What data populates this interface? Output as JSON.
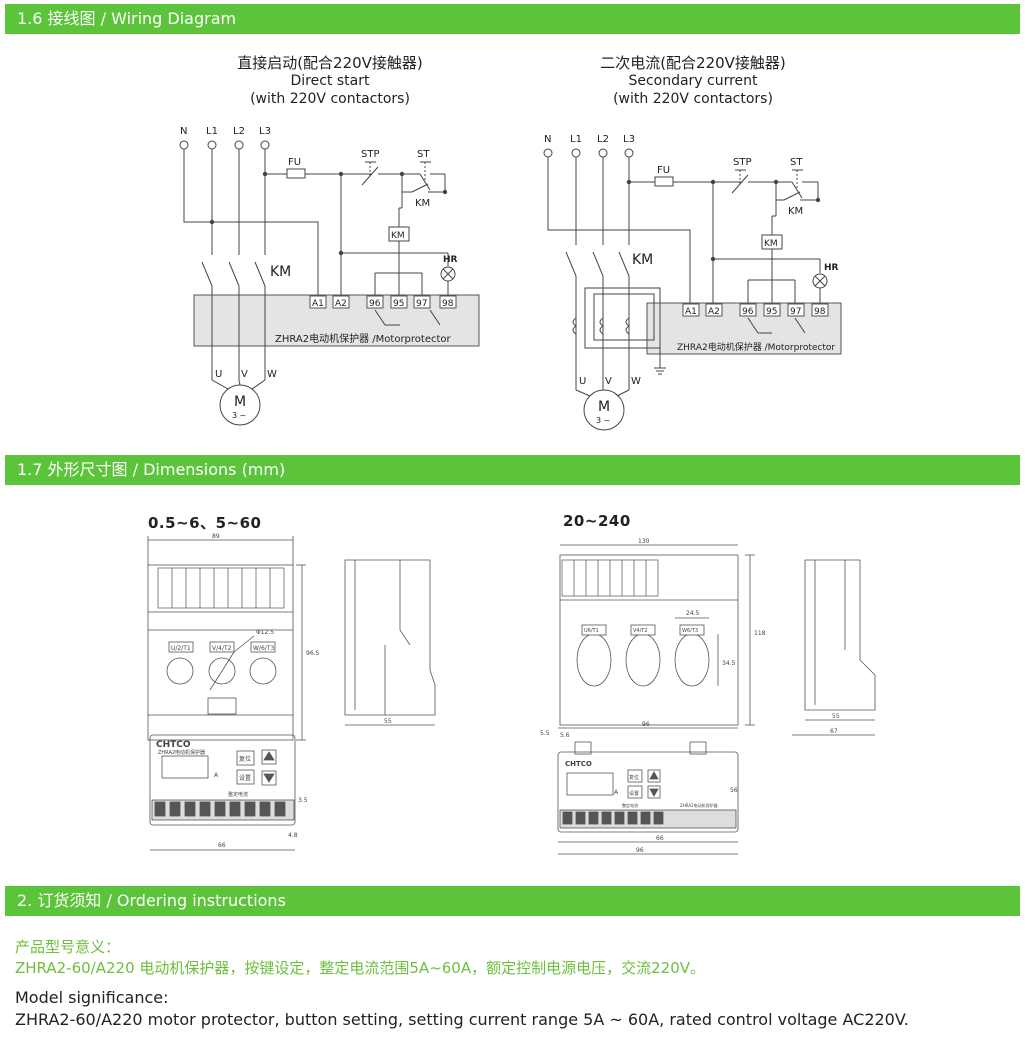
{
  "sections": {
    "wiring": {
      "title": "1.6 接线图 / Wiring Diagram"
    },
    "dimensions": {
      "title": "1.7 外形尺寸图 / Dimensions (mm)"
    },
    "ordering": {
      "title": "2. 订货须知 / Ordering instructions"
    }
  },
  "wiring": {
    "left": {
      "title_zh": "直接启动(配合220V接触器)",
      "title_en": "Direct start",
      "title_en2": "(with 220V contactors)"
    },
    "right": {
      "title_zh": "二次电流(配合220V接触器)",
      "title_en": "Secondary current",
      "title_en2": "(with 220V contactors)"
    },
    "labels": {
      "n": "N",
      "l1": "L1",
      "l2": "L2",
      "l3": "L3",
      "fu": "FU",
      "stp": "STP",
      "st": "ST",
      "km": "KM",
      "hr": "HR",
      "a1": "A1",
      "a2": "A2",
      "t96": "96",
      "t95": "95",
      "t97": "97",
      "t98": "98",
      "device": "ZHRA2电动机保护器 /Motorprotector",
      "u": "U",
      "v": "V",
      "w": "W",
      "m": "M",
      "m_sub": "3 ~"
    }
  },
  "dimensions": {
    "small": {
      "range": "0.5~6、5~60",
      "width": "89",
      "height": "96.5",
      "hole": "Φ12.5",
      "depth": "55",
      "bottom_width": "66",
      "offset": "4.8",
      "offset2": "3.5",
      "terminals": [
        "U/2/T1",
        "V/4/T2",
        "W/6/T3"
      ],
      "brand": "CHTCO",
      "subtitle": "ZHRA2电动机保护器",
      "unit": "A",
      "btn_reset": "复位",
      "btn_set": "设置",
      "set_current": "整定电流"
    },
    "large": {
      "range": "20~240",
      "width": "130",
      "height": "118",
      "hole_w": "24.5",
      "hole_h": "34.5",
      "depth": "55",
      "depth2": "67",
      "mount_width": "96",
      "offset": "5.6",
      "offset_v": "5.5",
      "side_height": "56",
      "bottom_width": "66",
      "bottom_width2": "96",
      "terminals": [
        "U6/T1",
        "V4/T2",
        "W6/T3"
      ],
      "brand": "CHTCO",
      "unit": "A",
      "btn_reset": "复位",
      "btn_set": "设置",
      "set_current": "整定电流",
      "side_text": "ZHRA2电动机保护器"
    }
  },
  "ordering": {
    "zh_heading": "产品型号意义：",
    "zh_text": "ZHRA2-60/A220 电动机保护器，按键设定，整定电流范围5A~60A，额定控制电源电压，交流220V。",
    "en_heading": "Model significance:",
    "en_text": "ZHRA2-60/A220 motor protector, button setting, setting current range 5A ~ 60A, rated control voltage AC220V."
  },
  "colors": {
    "accent": "#5cc43a",
    "order_green": "#6cbf3c",
    "device_fill": "#e6e6e6"
  }
}
